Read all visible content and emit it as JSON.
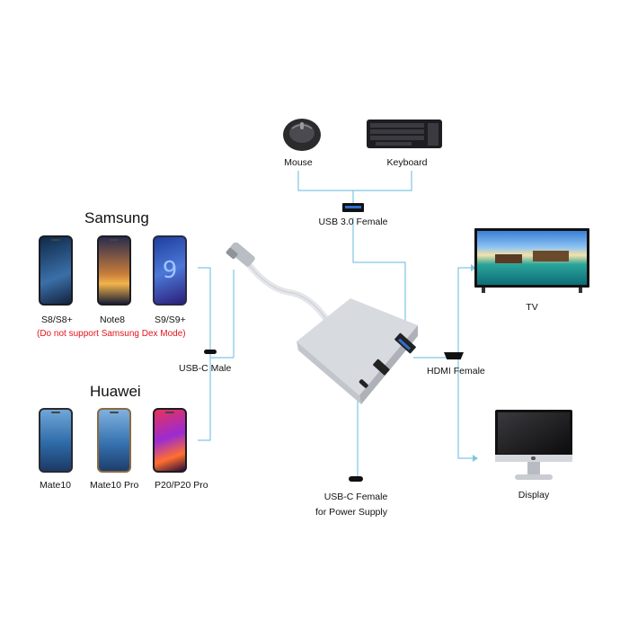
{
  "devices_top": {
    "mouse": "Mouse",
    "keyboard": "Keyboard",
    "usb3": "USB 3.0 Female"
  },
  "samsung": {
    "heading": "Samsung",
    "phones": [
      "S8/S8+",
      "Note8",
      "S9/S9+"
    ],
    "note": "(Do not support Samsung Dex Mode)"
  },
  "huawei": {
    "heading": "Huawei",
    "phones": [
      "Mate10",
      "Mate10 Pro",
      "P20/P20 Pro"
    ]
  },
  "usbc_male": "USB-C Male",
  "hdmi_female": "HDMI Female",
  "tv": "TV",
  "display": "Display",
  "usbc_female": {
    "line1": "USB-C Female",
    "line2": "for Power Supply"
  },
  "colors": {
    "connector_line": "#7fc6e3",
    "note": "#e3141c",
    "hub_body": "#d7dadf"
  }
}
